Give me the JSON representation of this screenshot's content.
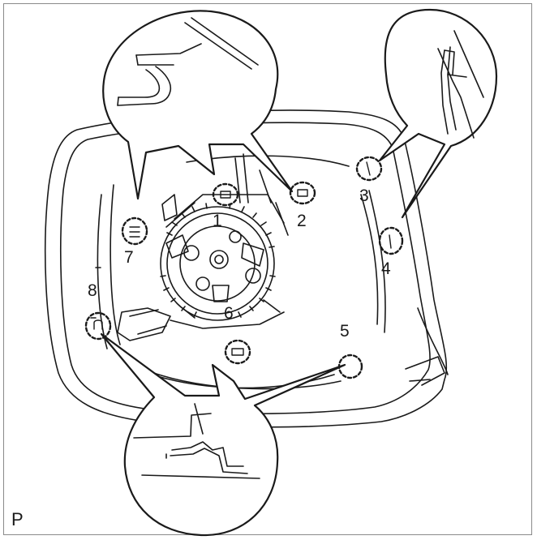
{
  "diagram": {
    "callouts": [
      "1",
      "2",
      "3",
      "4",
      "5",
      "6",
      "7",
      "8"
    ],
    "code_letter": "P"
  },
  "colors": {
    "line": "#1a1a1a",
    "frame": "#8a8a8a",
    "background": "#ffffff"
  }
}
